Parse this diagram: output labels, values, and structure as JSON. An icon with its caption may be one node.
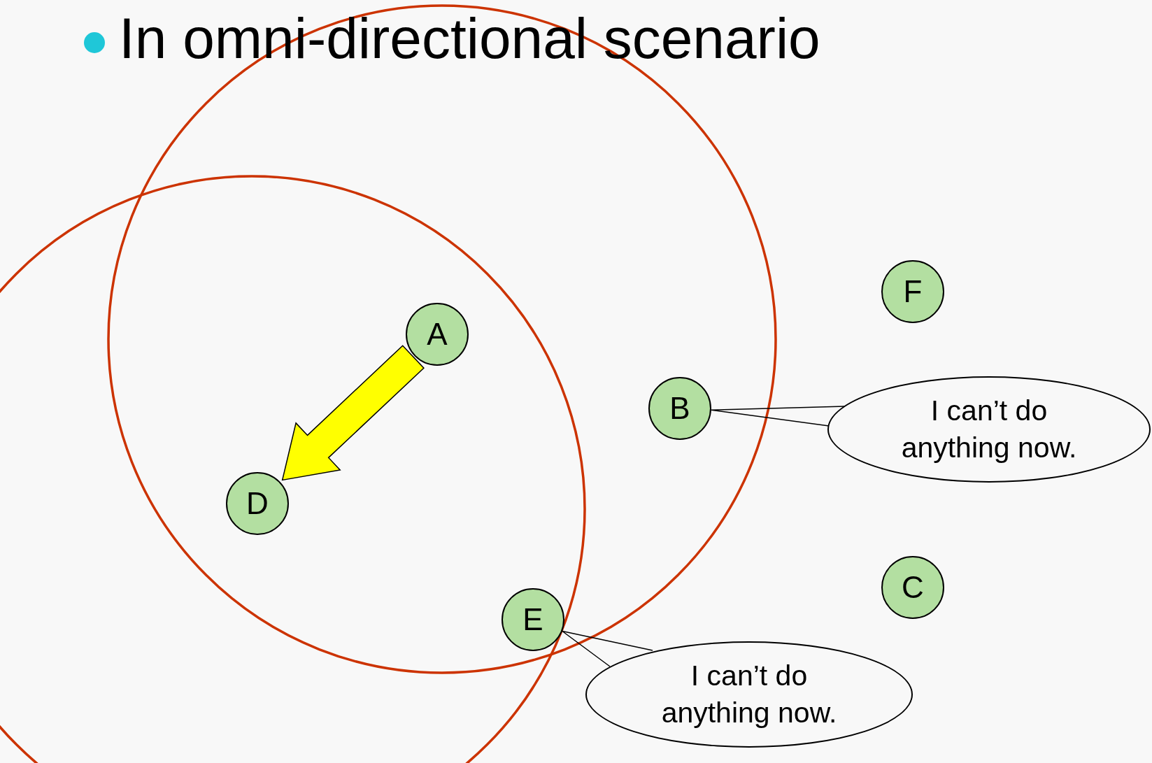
{
  "diagram": {
    "title": "In omni-directional scenario",
    "nodes": [
      {
        "text": [
          "F"
        ]
      },
      {
        "text": [
          "A"
        ]
      },
      {
        "text": [
          "B"
        ]
      },
      {
        "text": [
          "I can’t do anything now."
        ]
      },
      {
        "text": [
          "D"
        ]
      },
      {
        "text": [
          "C"
        ]
      },
      {
        "text": [
          "E"
        ]
      },
      {
        "text": [
          "I can’t do anything now."
        ]
      }
    ],
    "edges": [
      {
        "from": 1,
        "to": 4,
        "arrow": "to",
        "style": "thick",
        "color": "#ffff00"
      },
      {
        "from": 3,
        "to": 2,
        "arrow": "none"
      },
      {
        "from": 7,
        "to": 6,
        "arrow": "none"
      }
    ]
  }
}
